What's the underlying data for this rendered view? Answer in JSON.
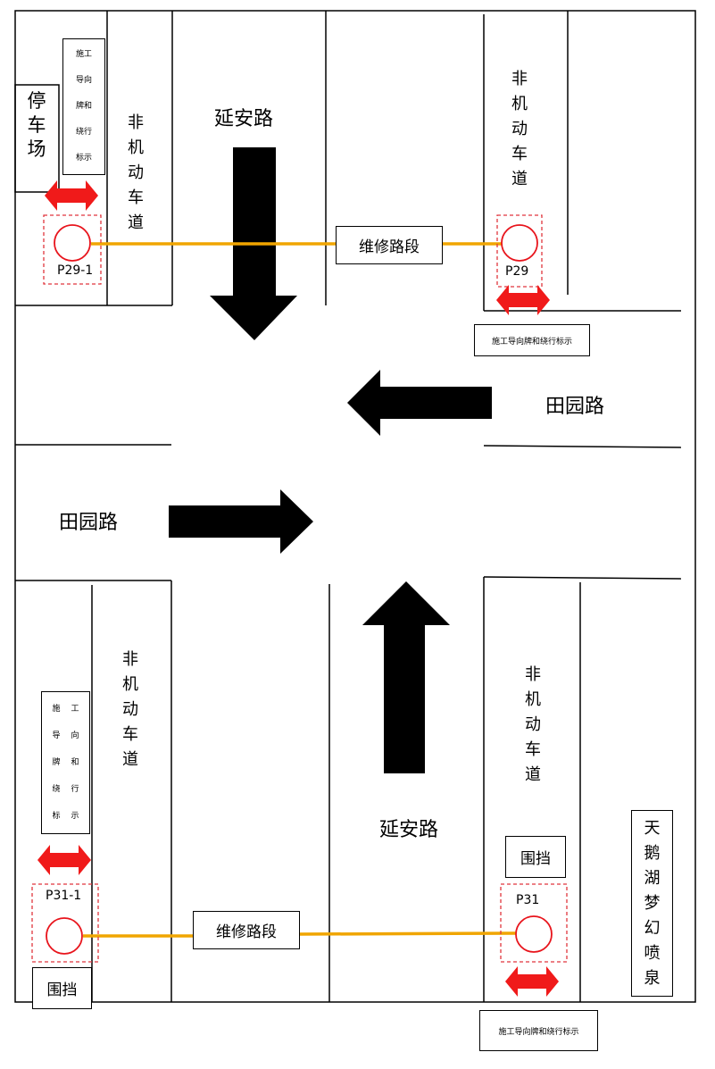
{
  "roads": {
    "yanan_top": "延安路",
    "yanan_bottom": "延安路",
    "tianyuan_right": "田园路",
    "tianyuan_left": "田园路"
  },
  "lanes": {
    "non_motor": [
      "非",
      "机",
      "动",
      "车",
      "道"
    ]
  },
  "places": {
    "parking": [
      "停",
      "车",
      "场"
    ],
    "fountain": [
      "天",
      "鹅",
      "湖",
      "梦",
      "幻",
      "喷",
      "泉"
    ]
  },
  "signs": {
    "guide_top_left": [
      "施工",
      "导向",
      "牌和",
      "绕行",
      "标示"
    ],
    "guide_bottom_left": [
      [
        "施",
        "工"
      ],
      [
        "导",
        "向"
      ],
      [
        "牌",
        "和"
      ],
      [
        "绕",
        "行"
      ],
      [
        "标",
        "示"
      ]
    ],
    "guide_top_right": "施工导向牌和绕行标示",
    "guide_bottom_right": "施工导向牌和绕行标示",
    "barrier_right": "围挡",
    "barrier_left": "围挡"
  },
  "repair": {
    "top": "维修路段",
    "bottom": "维修路段"
  },
  "poles": {
    "p29_1": "P29-1",
    "p29": "P29",
    "p31_1": "P31-1",
    "p31": "P31"
  },
  "colors": {
    "line": "#000000",
    "repair_line": "#f0a500",
    "pole": "#e8141c",
    "arrow": "#000000",
    "double_arrow": "#f01a1a",
    "dashed_box": "#e0353d"
  }
}
